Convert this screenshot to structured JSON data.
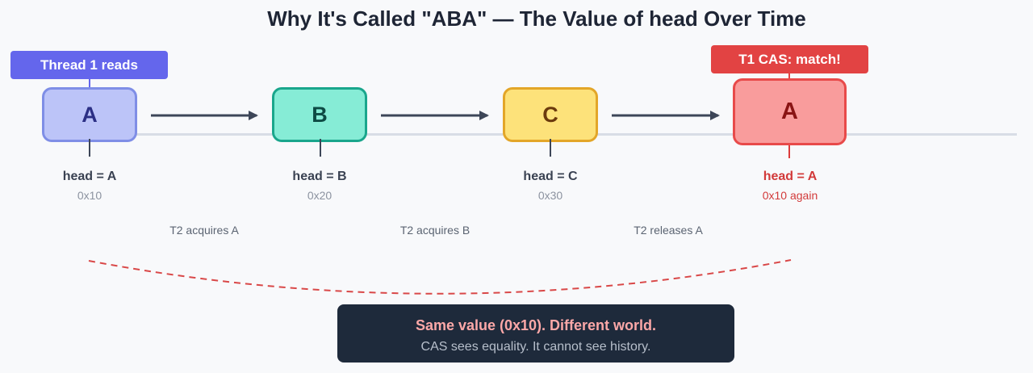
{
  "title": "Why It's Called \"ABA\" — The Value of head Over Time",
  "badges": {
    "thread1": "Thread 1 reads",
    "cas": "T1 CAS: match!"
  },
  "nodes": [
    {
      "letter": "A",
      "label": "head = A",
      "address": "0x10"
    },
    {
      "letter": "B",
      "label": "head = B",
      "address": "0x20"
    },
    {
      "letter": "C",
      "label": "head = C",
      "address": "0x30"
    },
    {
      "letter": "A",
      "label": "head = A",
      "address": "0x10 again"
    }
  ],
  "steps": [
    "T2 acquires A",
    "T2 acquires B",
    "T2 releases A"
  ],
  "callout": {
    "main": "Same value (0x10). Different world.",
    "sub": "CAS sees equality. It cannot see history."
  },
  "colors": {
    "thread_badge": "#6466ec",
    "cas_badge": "#e24343",
    "arc": "#d94848",
    "callout_bg": "#1e2a3b"
  }
}
